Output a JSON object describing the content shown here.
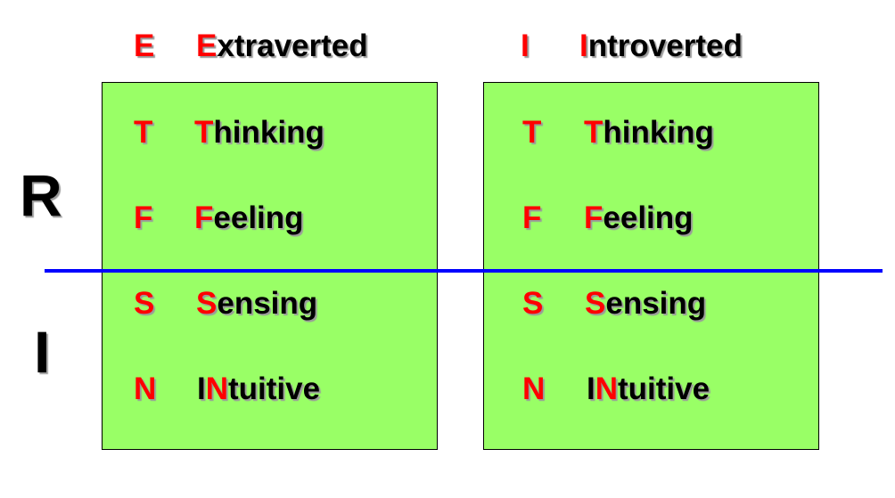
{
  "headers": {
    "left": {
      "code": "E",
      "label_first": "E",
      "label_rest": "xtraverted"
    },
    "right": {
      "code": "I",
      "label_first": "I",
      "label_rest": "ntroverted"
    }
  },
  "side_labels": {
    "top": "R",
    "bottom": "I"
  },
  "left_box": {
    "items": [
      {
        "code": "T",
        "pre": "",
        "hl": "T",
        "post": "hinking"
      },
      {
        "code": "F",
        "pre": "",
        "hl": "F",
        "post": "eeling"
      },
      {
        "code": "S",
        "pre": "",
        "hl": "S",
        "post": "ensing"
      },
      {
        "code": "N",
        "pre": "I",
        "hl": "N",
        "post": "tuitive"
      }
    ]
  },
  "right_box": {
    "items": [
      {
        "code": "T",
        "pre": "",
        "hl": "T",
        "post": "hinking"
      },
      {
        "code": "F",
        "pre": "",
        "hl": "F",
        "post": "eeling"
      },
      {
        "code": "S",
        "pre": "",
        "hl": "S",
        "post": "ensing"
      },
      {
        "code": "N",
        "pre": "I",
        "hl": "N",
        "post": "tuitive"
      }
    ]
  },
  "colors": {
    "highlight": "#ff0000",
    "box_fill": "#99ff66",
    "divider": "#0000ff"
  }
}
